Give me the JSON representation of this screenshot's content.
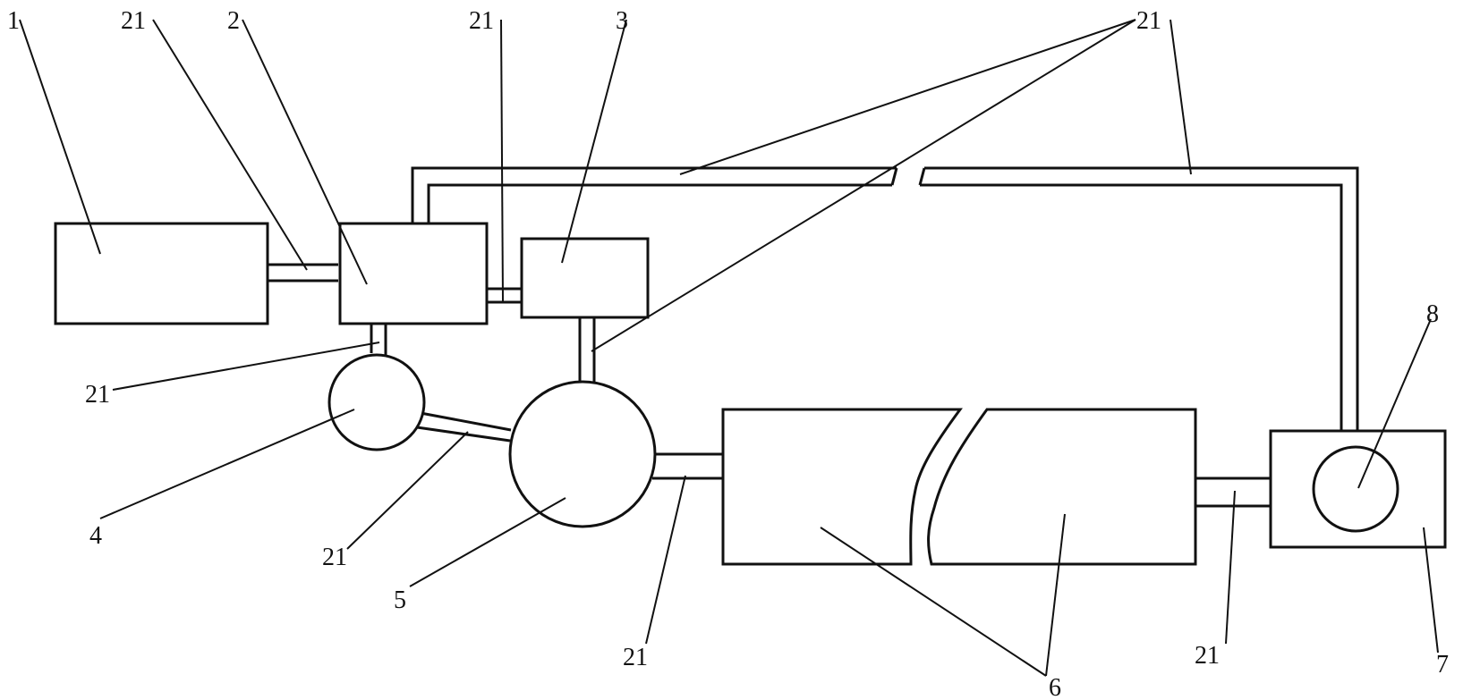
{
  "figure": {
    "labels": {
      "part_1": "1",
      "part_2": "2",
      "part_3": "3",
      "part_4": "4",
      "part_5": "5",
      "part_6": "6",
      "part_7": "7",
      "part_8": "8",
      "pipe_21": "21"
    }
  },
  "colors": {
    "line": "#111111",
    "background": "#ffffff"
  }
}
